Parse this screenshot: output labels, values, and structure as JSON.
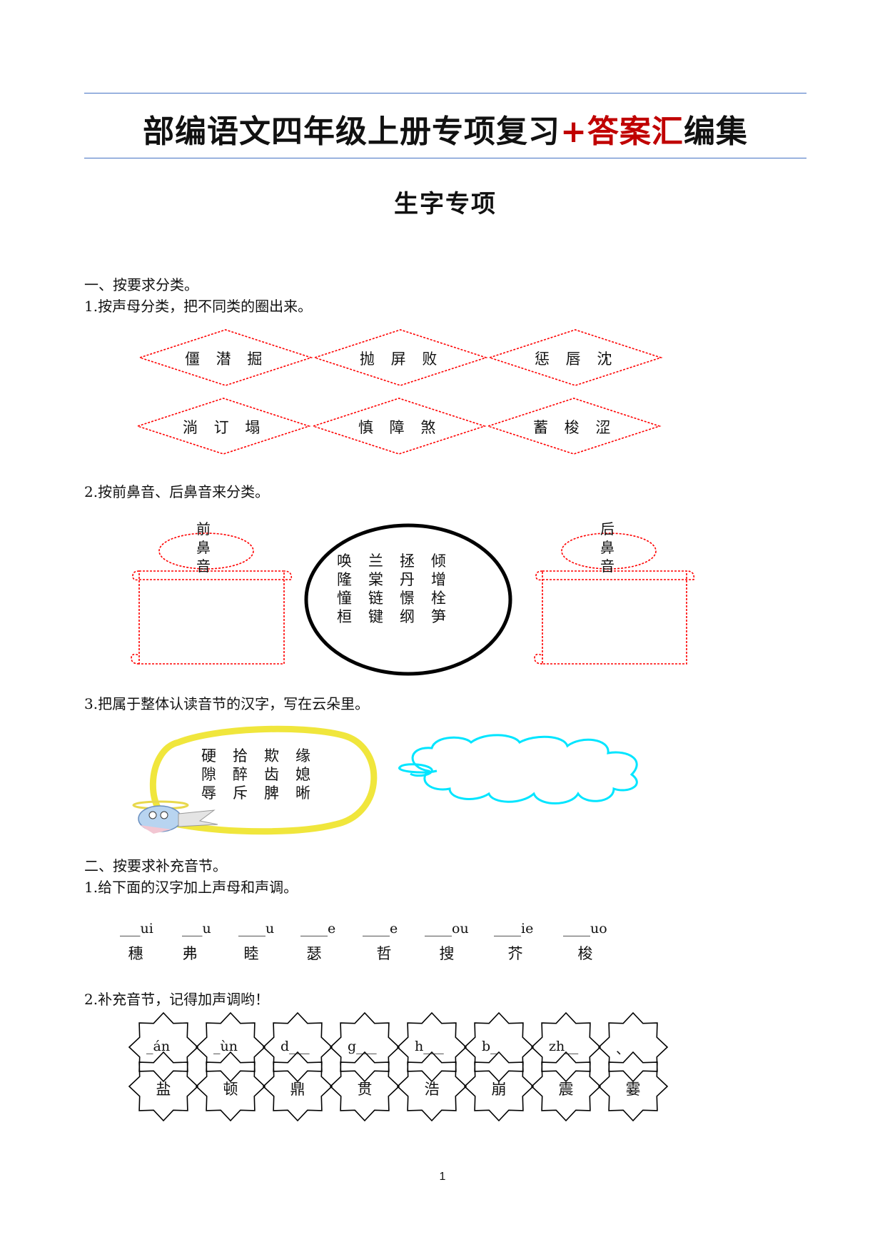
{
  "header": {
    "title_part1": "部编语文四年级上册专项复习",
    "title_highlight": "+答案汇",
    "title_part2": "编集",
    "subtitle": "生字专项"
  },
  "section1": {
    "heading": "一、按要求分类。",
    "q1": "1.按声母分类，把不同类的圈出来。",
    "diamonds": [
      "僵 潜 掘",
      "抛 屏 败",
      "惩 唇 沈",
      "淌 订 塌",
      "慎 障 煞",
      "蓄 梭 涩"
    ],
    "q2": "2.按前鼻音、后鼻音来分类。",
    "front_label": [
      "前",
      "鼻",
      "音"
    ],
    "back_label": [
      "后",
      "鼻",
      "音"
    ],
    "oval_rows": [
      [
        "唤",
        "兰",
        "拯",
        "倾"
      ],
      [
        "隆",
        "棠",
        "丹",
        "增"
      ],
      [
        "憧",
        "链",
        "憬",
        "栓"
      ],
      [
        "桓",
        "键",
        "纲",
        "笋"
      ]
    ],
    "q3": "3.把属于整体认读音节的汉字，写在云朵里。",
    "bubble_rows": [
      [
        "硬",
        "拾",
        "欺",
        "缘"
      ],
      [
        "隙",
        "醉",
        "齿",
        "媳"
      ],
      [
        "辱",
        "斥",
        "脾",
        "晰"
      ]
    ]
  },
  "section2": {
    "heading": "二、按要求补充音节。",
    "q1": "1.给下面的汉字加上声母和声调。",
    "blanks": [
      {
        "pinyin": "___ui",
        "char": "穗"
      },
      {
        "pinyin": "___u",
        "char": "弗"
      },
      {
        "pinyin": "____u",
        "char": "睦"
      },
      {
        "pinyin": "____e",
        "char": "瑟"
      },
      {
        "pinyin": "____e",
        "char": "哲"
      },
      {
        "pinyin": "____ou",
        "char": "搜"
      },
      {
        "pinyin": "____ie",
        "char": "芥"
      },
      {
        "pinyin": "____uo",
        "char": "梭"
      }
    ],
    "q2": "2.补充音节，记得加声调哟！",
    "stars": [
      {
        "top": "_án",
        "bottom": "盐"
      },
      {
        "top": "_ùn",
        "bottom": "顿"
      },
      {
        "top": "d___",
        "bottom": "鼎"
      },
      {
        "top": "g___",
        "bottom": "贯"
      },
      {
        "top": "h___",
        "bottom": "浩"
      },
      {
        "top": "b_",
        "bottom": "崩"
      },
      {
        "top": "zh__",
        "bottom": "震"
      },
      {
        "top": "、",
        "bottom": "霎"
      }
    ]
  },
  "footer": {
    "page": "1"
  },
  "colors": {
    "rule": "#4472c4",
    "title_highlight": "#c00000",
    "diamond": "#ff0000",
    "cloud": "#00e5ff",
    "bubble": "#f0e63c"
  }
}
